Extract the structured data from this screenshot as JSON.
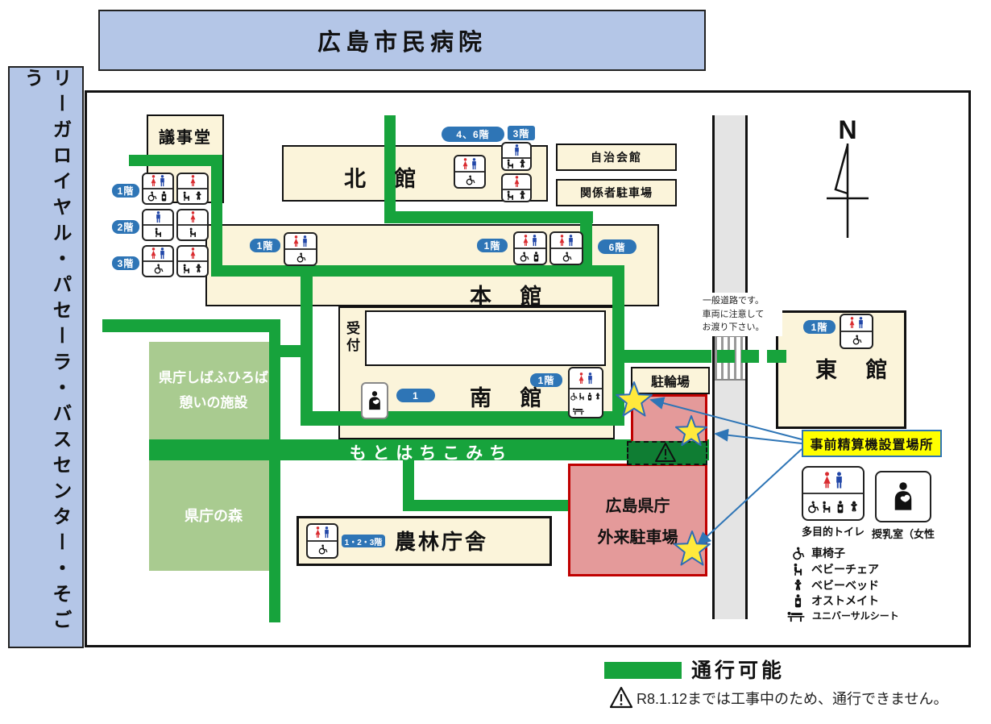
{
  "banners": {
    "top": "広島市民病院",
    "left": "リーガロイヤル・パセーラ・バスセンター・そごう"
  },
  "compass": {
    "label": "N"
  },
  "buildings": {
    "gijido": "議事堂",
    "kitakan": "北 館",
    "honkan": "本 館",
    "minamikan": "南 館",
    "higashikan": "東 館",
    "norin": "農林庁舎",
    "jichikaikan": "自治会館",
    "kankeisha": "関係者駐車場",
    "churinjo": "駐輪場",
    "gairai_line1": "広島県庁",
    "gairai_line2": "外来駐車場",
    "shibafu_line1": "県庁しばふひろば",
    "shibafu_line2": "憩いの施設",
    "mori": "県庁の森",
    "uketsuke": "受付"
  },
  "roads": {
    "motohachi": "もとはちこみち",
    "note_line1": "一般道路です。",
    "note_line2": "車両に注意して",
    "note_line3": "お渡り下さい。"
  },
  "floors": {
    "f1": "1階",
    "f2": "2階",
    "f3": "3階",
    "f46": "4、6階",
    "f6": "6階",
    "f123": "1・2・3階",
    "s1": "1"
  },
  "annotations": {
    "presettle": "事前精算機設置場所"
  },
  "legend": {
    "tamokuteki": "多目的トイレ",
    "junyu": "授乳室（女性",
    "items": [
      "車椅子",
      "ベビーチェア",
      "ベビーベッド",
      "オストメイト",
      "ユニバーサルシート"
    ],
    "passable": "通行可能",
    "construction": "R8.1.12までは工事中のため、通行できません。"
  },
  "colors": {
    "path_green": "#17a33c",
    "path_green_dark": "#0f7d33",
    "banner_blue": "#b4c6e7",
    "pill_blue": "#2e75b6",
    "building_cream": "#fbf4da",
    "grass_green": "#a9cb90",
    "parking_red_fill": "#e49a9a",
    "parking_red_border": "#c00000",
    "highlight_yellow": "#ffff00",
    "star_yellow": "#ffe93c",
    "arrow_blue": "#2e75b6"
  }
}
